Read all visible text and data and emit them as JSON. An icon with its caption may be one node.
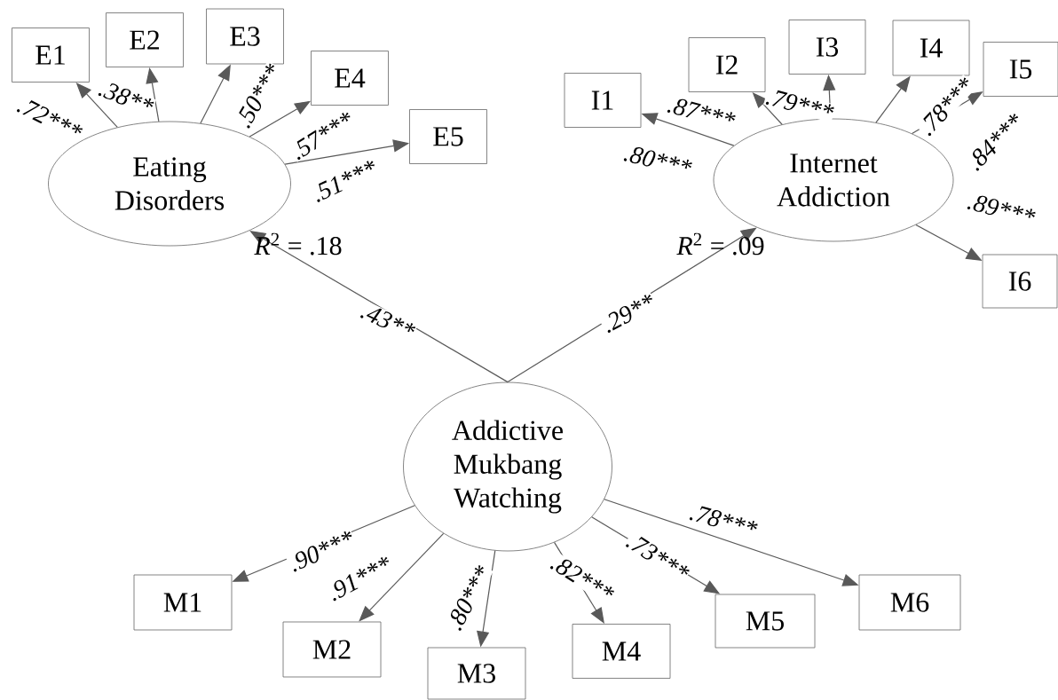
{
  "diagram": {
    "nodes": [
      {
        "text": [
          "Eating Disorders"
        ]
      },
      {
        "text": [
          "E1"
        ]
      },
      {
        "text": [
          "E2"
        ]
      },
      {
        "text": [
          "E3"
        ]
      },
      {
        "text": [
          "E4"
        ]
      },
      {
        "text": [
          "E5"
        ]
      },
      {
        "text": [
          "Internet Addiction"
        ]
      },
      {
        "text": [
          "I1"
        ]
      },
      {
        "text": [
          "I2"
        ]
      },
      {
        "text": [
          "I3"
        ]
      },
      {
        "text": [
          "I4"
        ]
      },
      {
        "text": [
          "I5"
        ]
      },
      {
        "text": [
          "I6"
        ]
      },
      {
        "text": [
          "Addictive Mukbang Watching"
        ]
      },
      {
        "text": [
          "M1"
        ]
      },
      {
        "text": [
          "M2"
        ]
      },
      {
        "text": [
          "M3"
        ]
      },
      {
        "text": [
          "M4"
        ]
      },
      {
        "text": [
          "M5"
        ]
      },
      {
        "text": [
          "M6"
        ]
      }
    ],
    "edges": [
      {
        "from": 0,
        "to": 1,
        "arrow": "to",
        "label": ".72***"
      },
      {
        "from": 0,
        "to": 2,
        "arrow": "to",
        "label": ".38**"
      },
      {
        "from": 0,
        "to": 3,
        "arrow": "to",
        "label": ".50***"
      },
      {
        "from": 0,
        "to": 4,
        "arrow": "to",
        "label": ".57***"
      },
      {
        "from": 0,
        "to": 5,
        "arrow": "to",
        "label": ".51***"
      },
      {
        "from": 6,
        "to": 7,
        "arrow": "to",
        "label": ".80***"
      },
      {
        "from": 6,
        "to": 8,
        "arrow": "to",
        "label": ".87***"
      },
      {
        "from": 6,
        "to": 9,
        "arrow": "to",
        "label": ".79***"
      },
      {
        "from": 6,
        "to": 10,
        "arrow": "to",
        "label": ".78***"
      },
      {
        "from": 6,
        "to": 11,
        "arrow": "to",
        "label": ".84***"
      },
      {
        "from": 6,
        "to": 12,
        "arrow": "to",
        "label": ".89***"
      },
      {
        "from": 13,
        "to": 0,
        "arrow": "to",
        "label": ".43**"
      },
      {
        "from": 13,
        "to": 6,
        "arrow": "to",
        "label": ".29**"
      },
      {
        "from": 13,
        "to": 14,
        "arrow": "to",
        "label": ".90***"
      },
      {
        "from": 13,
        "to": 15,
        "arrow": "to",
        "label": ".91***"
      },
      {
        "from": 13,
        "to": 16,
        "arrow": "to",
        "label": ".80***"
      },
      {
        "from": 13,
        "to": 17,
        "arrow": "to",
        "label": ".82***"
      },
      {
        "from": 13,
        "to": 18,
        "arrow": "to",
        "label": ".73***"
      },
      {
        "from": 13,
        "to": 19,
        "arrow": "to",
        "label": ".78***"
      }
    ],
    "labels": [
      "*R*$^{2}$ = .18",
      "*R*$^{2}$ = .09"
    ]
  }
}
